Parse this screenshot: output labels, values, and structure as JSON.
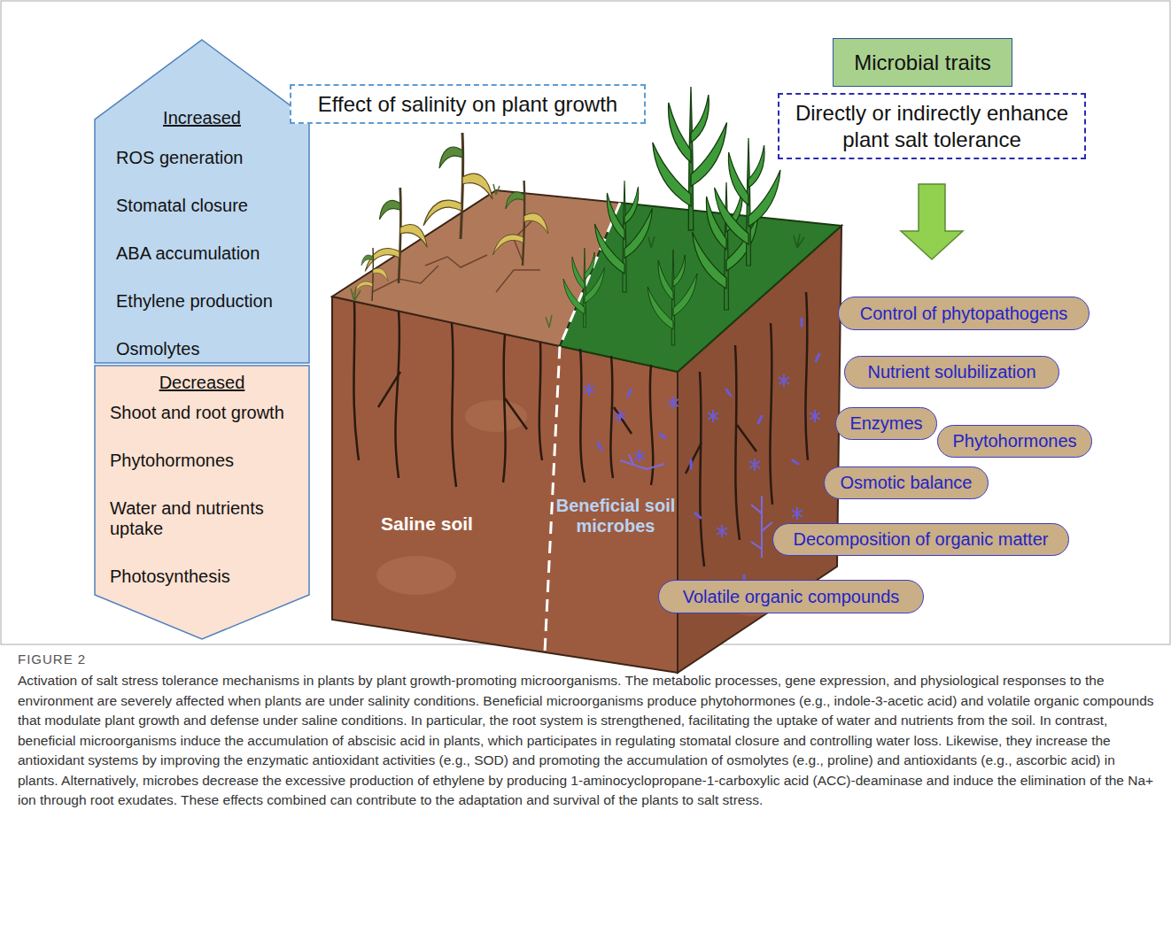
{
  "diagram": {
    "caption": "Activation of salt stress tolerance mechanisms in plants by plant growth-promoting microorganisms. The metabolic processes, gene expression, and physiological responses to the environment are severely affected when plants are under salinity conditions. Beneficial microorganisms produce phytohormones (e.g., indole-3-acetic acid) and volatile organic compounds that modulate plant growth and defense under saline conditions. In particular, the root system is strengthened, facilitating the uptake of water and nutrients from the soil. In contrast, beneficial microorganisms induce the accumulation of abscisic acid in plants, which participates in regulating stomatal closure and controlling water loss. Likewise, they increase the antioxidant systems by improving the enzymatic antioxidant activities (e.g., SOD) and promoting the accumulation of osmolytes (e.g., proline) and antioxidants (e.g., ascorbic acid) in plants. Alternatively, microbes decrease the excessive production of ethylene by producing 1-aminocyclopropane-1-carboxylic acid (ACC)-deaminase and induce the elimination of the Na+ ion through root exudates. These effects combined can contribute to the adaptation and survival of the plants to salt stress.",
    "nodes": [
      {
        "text": [
          "Increased",
          "ROS generation",
          "Stomatal closure",
          "ABA accumulation",
          "Ethylene production",
          "Osmolytes"
        ]
      },
      {
        "text": [
          "Decreased",
          "Shoot and root growth",
          "Phytohormones",
          "Water and nutrients uptake",
          "Photosynthesis"
        ]
      },
      {
        "text": [
          "Effect of salinity on plant growth"
        ]
      },
      {
        "text": [
          "Microbial traits"
        ]
      },
      {
        "text": [
          "Directly or indirectly enhance plant salt tolerance"
        ]
      },
      {
        "text": [
          "Control of phytopathogens"
        ]
      },
      {
        "text": [
          "Nutrient solubilization"
        ]
      },
      {
        "text": [
          "Enzymes"
        ]
      },
      {
        "text": [
          "Phytohormones"
        ]
      },
      {
        "text": [
          "Osmotic balance"
        ]
      },
      {
        "text": [
          "Decomposition of organic matter"
        ]
      },
      {
        "text": [
          "Volatile organic compounds"
        ]
      }
    ],
    "edges": [
      {
        "from": 4,
        "to": 5,
        "arrow": "to"
      }
    ],
    "labels": [
      "Saline soil",
      "Beneficial soil microbes",
      "FIGURE 2"
    ]
  }
}
